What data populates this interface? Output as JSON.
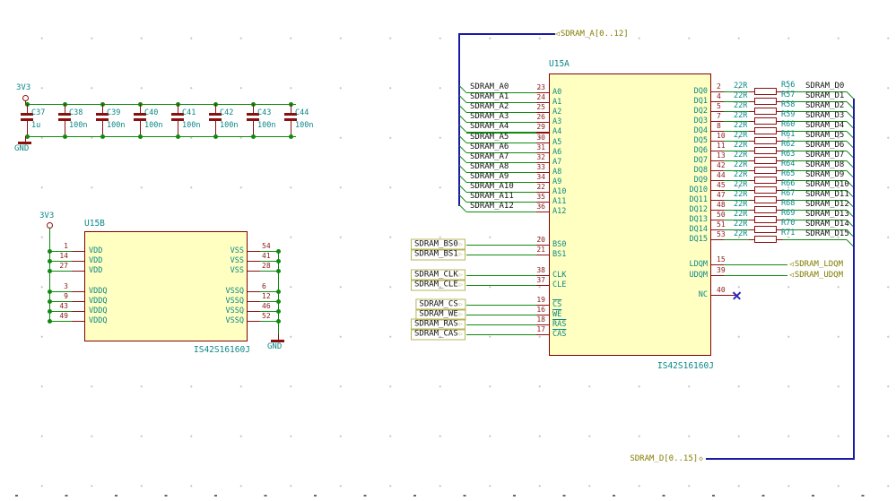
{
  "power": {
    "v33": "3V3",
    "gnd": "GND"
  },
  "cap_bank": {
    "caps": [
      {
        "ref": "C37",
        "value": "1u"
      },
      {
        "ref": "C38",
        "value": "100n"
      },
      {
        "ref": "C39",
        "value": "100n"
      },
      {
        "ref": "C40",
        "value": "100n"
      },
      {
        "ref": "C41",
        "value": "100n"
      },
      {
        "ref": "C42",
        "value": "100n"
      },
      {
        "ref": "C43",
        "value": "100n"
      },
      {
        "ref": "C44",
        "value": "100n"
      }
    ]
  },
  "u15b": {
    "ref": "U15B",
    "part": "IS42S16160J",
    "vdd_pins": [
      {
        "pin": "1",
        "name": "VDD"
      },
      {
        "pin": "14",
        "name": "VDD"
      },
      {
        "pin": "27",
        "name": "VDD"
      }
    ],
    "vddq_pins": [
      {
        "pin": "3",
        "name": "VDDQ"
      },
      {
        "pin": "9",
        "name": "VDDQ"
      },
      {
        "pin": "43",
        "name": "VDDQ"
      },
      {
        "pin": "49",
        "name": "VDDQ"
      }
    ],
    "vss_pins": [
      {
        "pin": "54",
        "name": "VSS"
      },
      {
        "pin": "41",
        "name": "VSS"
      },
      {
        "pin": "28",
        "name": "VSS"
      }
    ],
    "vssq_pins": [
      {
        "pin": "6",
        "name": "VSSQ"
      },
      {
        "pin": "12",
        "name": "VSSQ"
      },
      {
        "pin": "46",
        "name": "VSSQ"
      },
      {
        "pin": "52",
        "name": "VSSQ"
      }
    ]
  },
  "u15a": {
    "ref": "U15A",
    "part": "IS42S16160J",
    "addr_bus_label": "SDRAM_A[0..12]",
    "data_bus_label": "SDRAM_D[0..15]",
    "addr_rows": [
      {
        "label": "SDRAM_A0",
        "pin": "23",
        "name": "A0"
      },
      {
        "label": "SDRAM_A1",
        "pin": "24",
        "name": "A1"
      },
      {
        "label": "SDRAM_A2",
        "pin": "25",
        "name": "A2"
      },
      {
        "label": "SDRAM_A3",
        "pin": "26",
        "name": "A3"
      },
      {
        "label": "SDRAM_A4",
        "pin": "29",
        "name": "A4"
      },
      {
        "label": "SDRAM_A5",
        "pin": "30",
        "name": "A5"
      },
      {
        "label": "SDRAM_A6",
        "pin": "31",
        "name": "A6"
      },
      {
        "label": "SDRAM_A7",
        "pin": "32",
        "name": "A7"
      },
      {
        "label": "SDRAM_A8",
        "pin": "33",
        "name": "A8"
      },
      {
        "label": "SDRAM_A9",
        "pin": "34",
        "name": "A9"
      },
      {
        "label": "SDRAM_A10",
        "pin": "22",
        "name": "A10"
      },
      {
        "label": "SDRAM_A11",
        "pin": "35",
        "name": "A11"
      },
      {
        "label": "SDRAM_A12",
        "pin": "36",
        "name": "A12"
      }
    ],
    "bs_rows": [
      {
        "label": "SDRAM_BS0",
        "pin": "20",
        "name": "BS0"
      },
      {
        "label": "SDRAM_BS1",
        "pin": "21",
        "name": "BS1"
      }
    ],
    "clk_rows": [
      {
        "label": "SDRAM_CLK",
        "pin": "38",
        "name": "CLK"
      },
      {
        "label": "SDRAM_CLE",
        "pin": "37",
        "name": "CLE"
      }
    ],
    "cs_rows": [
      {
        "label": "SDRAM_CS",
        "pin": "19",
        "name": "CS"
      },
      {
        "label": "SDRAM_WE",
        "pin": "16",
        "name": "WE"
      },
      {
        "label": "SDRAM_RAS",
        "pin": "18",
        "name": "RAS"
      },
      {
        "label": "SDRAM_CAS",
        "pin": "17",
        "name": "CAS"
      }
    ],
    "dq_rows": [
      {
        "name": "DQ0",
        "pin": "2",
        "value": "22R",
        "ref": "R56",
        "label": "SDRAM_D0"
      },
      {
        "name": "DQ1",
        "pin": "4",
        "value": "22R",
        "ref": "R57",
        "label": "SDRAM_D1"
      },
      {
        "name": "DQ2",
        "pin": "5",
        "value": "22R",
        "ref": "R58",
        "label": "SDRAM_D2"
      },
      {
        "name": "DQ3",
        "pin": "7",
        "value": "22R",
        "ref": "R59",
        "label": "SDRAM_D3"
      },
      {
        "name": "DQ4",
        "pin": "8",
        "value": "22R",
        "ref": "R60",
        "label": "SDRAM_D4"
      },
      {
        "name": "DQ5",
        "pin": "10",
        "value": "22R",
        "ref": "R61",
        "label": "SDRAM_D5"
      },
      {
        "name": "DQ6",
        "pin": "11",
        "value": "22R",
        "ref": "R62",
        "label": "SDRAM_D6"
      },
      {
        "name": "DQ7",
        "pin": "13",
        "value": "22R",
        "ref": "R63",
        "label": "SDRAM_D7"
      },
      {
        "name": "DQ8",
        "pin": "42",
        "value": "22R",
        "ref": "R64",
        "label": "SDRAM_D8"
      },
      {
        "name": "DQ9",
        "pin": "44",
        "value": "22R",
        "ref": "R65",
        "label": "SDRAM_D9"
      },
      {
        "name": "DQ10",
        "pin": "45",
        "value": "22R",
        "ref": "R66",
        "label": "SDRAM_D10"
      },
      {
        "name": "DQ11",
        "pin": "47",
        "value": "22R",
        "ref": "R67",
        "label": "SDRAM_D11"
      },
      {
        "name": "DQ12",
        "pin": "48",
        "value": "22R",
        "ref": "R68",
        "label": "SDRAM_D12"
      },
      {
        "name": "DQ13",
        "pin": "50",
        "value": "22R",
        "ref": "R69",
        "label": "SDRAM_D13"
      },
      {
        "name": "DQ14",
        "pin": "51",
        "value": "22R",
        "ref": "R70",
        "label": "SDRAM_D14"
      },
      {
        "name": "DQ15",
        "pin": "53",
        "value": "22R",
        "ref": "R71",
        "label": "SDRAM_D15"
      }
    ],
    "dqm_rows": [
      {
        "name": "LDQM",
        "pin": "15",
        "label": "SDRAM_LDQM"
      },
      {
        "name": "UDQM",
        "pin": "39",
        "label": "SDRAM_UDQM"
      }
    ],
    "nc_row": {
      "name": "NC",
      "pin": "40"
    }
  }
}
